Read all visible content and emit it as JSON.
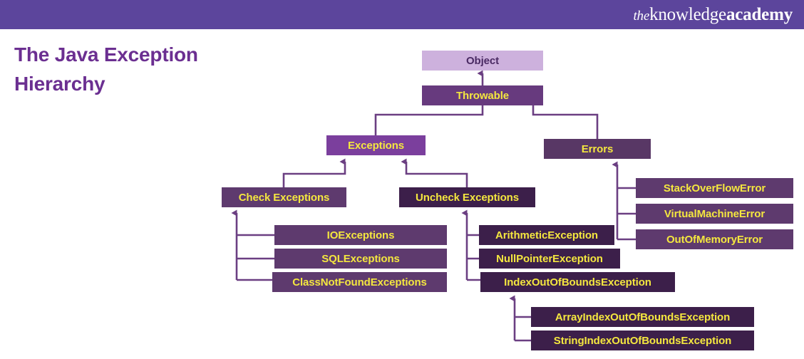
{
  "header": {
    "brand": {
      "the": "the",
      "knowledge": "knowledge",
      "academy": "academy"
    },
    "background_color": "#5c459c"
  },
  "title": "The Java Exception Hierarchy",
  "colors": {
    "brand_purple": "#5c459c",
    "title_purple": "#6b2f91",
    "node_text_yellow": "#f4e73f",
    "root_fill": "#cdb1dd",
    "root_text": "#4a2a63",
    "throwable_fill": "#673a7e",
    "exceptions_fill": "#7b3f9d",
    "errors_fill": "#583765",
    "dark_fill": "#3c1f4a",
    "leaf_fill": "#5e3a6e",
    "connector": "#6b3f82"
  },
  "diagram": {
    "type": "class-hierarchy",
    "nodes": [
      {
        "id": "object",
        "label": "Object",
        "level": 0
      },
      {
        "id": "throwable",
        "label": "Throwable",
        "level": 1
      },
      {
        "id": "exceptions",
        "label": "Exceptions",
        "level": 2
      },
      {
        "id": "errors",
        "label": "Errors",
        "level": 2
      },
      {
        "id": "check",
        "label": "Check Exceptions",
        "level": 3
      },
      {
        "id": "uncheck",
        "label": "Uncheck Exceptions",
        "level": 3
      },
      {
        "id": "ioexc",
        "label": "IOExceptions",
        "level": 4
      },
      {
        "id": "sqlexc",
        "label": "SQLExceptions",
        "level": 4
      },
      {
        "id": "cnfexc",
        "label": "ClassNotFoundExceptions",
        "level": 4
      },
      {
        "id": "arith",
        "label": "ArithmeticException",
        "level": 4
      },
      {
        "id": "nullptr",
        "label": "NullPointerException",
        "level": 4
      },
      {
        "id": "ioobe",
        "label": "IndexOutOfBoundsException",
        "level": 4
      },
      {
        "id": "stackover",
        "label": "StackOverFlowError",
        "level": 3
      },
      {
        "id": "virtualmach",
        "label": "VirtualMachineError",
        "level": 3
      },
      {
        "id": "outofmem",
        "label": "OutOfMemoryError",
        "level": 3
      },
      {
        "id": "arrayioobe",
        "label": "ArrayIndexOutOfBoundsException",
        "level": 5
      },
      {
        "id": "stringioobe",
        "label": "StringIndexOutOfBoundsException",
        "level": 5
      }
    ],
    "edges": [
      {
        "from": "throwable",
        "to": "object"
      },
      {
        "from": "exceptions",
        "to": "throwable"
      },
      {
        "from": "errors",
        "to": "throwable"
      },
      {
        "from": "check",
        "to": "exceptions"
      },
      {
        "from": "uncheck",
        "to": "exceptions"
      },
      {
        "from": "ioexc",
        "to": "check"
      },
      {
        "from": "sqlexc",
        "to": "check"
      },
      {
        "from": "cnfexc",
        "to": "check"
      },
      {
        "from": "arith",
        "to": "uncheck"
      },
      {
        "from": "nullptr",
        "to": "uncheck"
      },
      {
        "from": "ioobe",
        "to": "uncheck"
      },
      {
        "from": "stackover",
        "to": "errors"
      },
      {
        "from": "virtualmach",
        "to": "errors"
      },
      {
        "from": "outofmem",
        "to": "errors"
      },
      {
        "from": "arrayioobe",
        "to": "ioobe"
      },
      {
        "from": "stringioobe",
        "to": "ioobe"
      }
    ]
  }
}
